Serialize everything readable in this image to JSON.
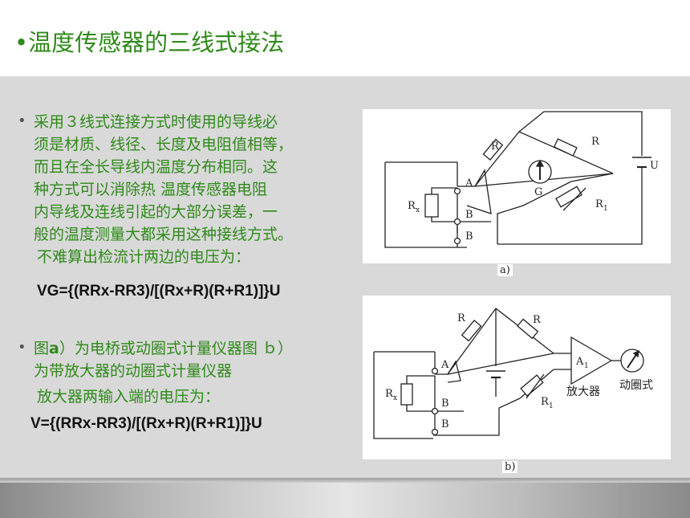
{
  "title": "•温度传感器的三线式接法",
  "bullet1": {
    "lines": [
      "采用３线式连接方式时使用的导线必",
      "须是材质、线径、长度及电阻值相等，",
      "而且在全长导线内温度分布相同。这",
      "种方式可以消除热 温度传感器电阻",
      "内导线及连线引起的大部分误差，一",
      "般的温度测量大都采用这种接线方式。"
    ],
    "sub": "不难算出检流计两边的电压为：",
    "formula": "VG={(RRx-RR3)/[(Rx+R)(R+R1)]}U"
  },
  "bullet2": {
    "line1_pre": "图",
    "line1_bold": "a",
    "line1_post": "）为电桥或动圈式计量仪器图 ｂ）",
    "line2": "为带放大器的动圈式计量仪器",
    "sub": "放大器两输入端的电压为：",
    "formula": "V={(RRx-RR3)/[(Rx+R)(R+R1)]}U"
  },
  "figure_a": {
    "caption": "a)",
    "labels": {
      "r_left": "R",
      "r_right": "R",
      "u": "U",
      "g": "G",
      "r1": "R",
      "r1_sub": "1",
      "rx": "R",
      "rx_sub": "x",
      "a": "A",
      "b1": "B",
      "b2": "B"
    }
  },
  "figure_b": {
    "caption": "b)",
    "labels": {
      "r_left": "R",
      "r_right": "R",
      "amp": "A",
      "amp_sub": "1",
      "rx": "R",
      "rx_sub": "x",
      "r1": "R",
      "r1_sub": "1",
      "a": "A",
      "b1": "B",
      "b2": "B",
      "amplifier": "放大器",
      "meter": "动圈式"
    }
  },
  "colors": {
    "accent_green": "#2f8a1a",
    "content_bg": "#d9d9d9",
    "formula": "#111111"
  }
}
